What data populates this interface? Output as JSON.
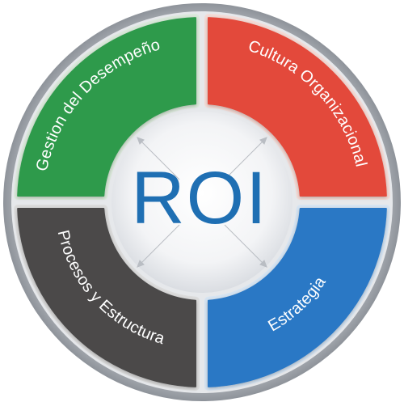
{
  "diagram": {
    "center": {
      "label": "ROI",
      "color": "#1f6fb3"
    },
    "segments": [
      {
        "label": "Gestion del Desempeño",
        "color": "#2f9a4c",
        "border": "#dbe9db"
      },
      {
        "label": "Cultura Organizacional",
        "color": "#e34a3b",
        "border": "#f4dbd6"
      },
      {
        "label": "Estrategia",
        "color": "#2a78c5",
        "border": "#d6e4f2"
      },
      {
        "label": "Procesos y Estructura",
        "color": "#4b4a4a",
        "border": "#dcdcdc"
      }
    ],
    "ring_color": "#a9adb3"
  }
}
